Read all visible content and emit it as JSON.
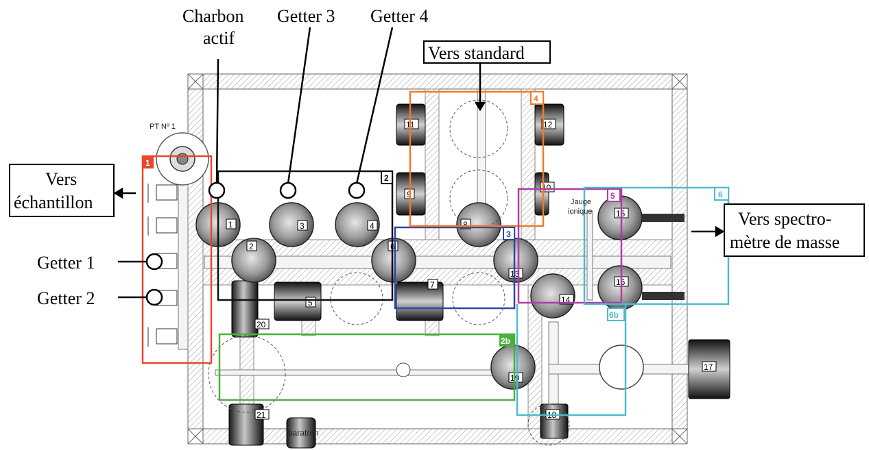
{
  "labels": {
    "charbon_line1": "Charbon",
    "charbon_line2": "actif",
    "getter3": "Getter 3",
    "getter4": "Getter 4",
    "vers_standard": "Vers standard",
    "vers_echantillon_line1": "Vers",
    "vers_echantillon_line2": "échantillon",
    "getter1": "Getter 1",
    "getter2": "Getter 2",
    "vers_spectro_line1": "Vers spectro-",
    "vers_spectro_line2": "mètre de masse",
    "pt_no1": "PT Nº 1",
    "jauge_line1": "Jauge",
    "jauge_line2": "ionique",
    "baratron": "baratron"
  },
  "zones": [
    {
      "id": "1",
      "color": "#e8462d"
    },
    {
      "id": "2",
      "color": "#111111"
    },
    {
      "id": "2b",
      "color": "#4caf3c"
    },
    {
      "id": "3",
      "color": "#2e46a8"
    },
    {
      "id": "4",
      "color": "#f07a2a"
    },
    {
      "id": "5",
      "color": "#b03ca8"
    },
    {
      "id": "6",
      "color": "#4fb9d0"
    },
    {
      "id": "6b",
      "color": "#4fb9d0"
    }
  ],
  "valves": [
    "1",
    "2",
    "3",
    "4",
    "5",
    "6",
    "7",
    "8",
    "9",
    "10",
    "11",
    "12",
    "13",
    "14",
    "15",
    "16",
    "17",
    "18",
    "19",
    "20",
    "21"
  ]
}
